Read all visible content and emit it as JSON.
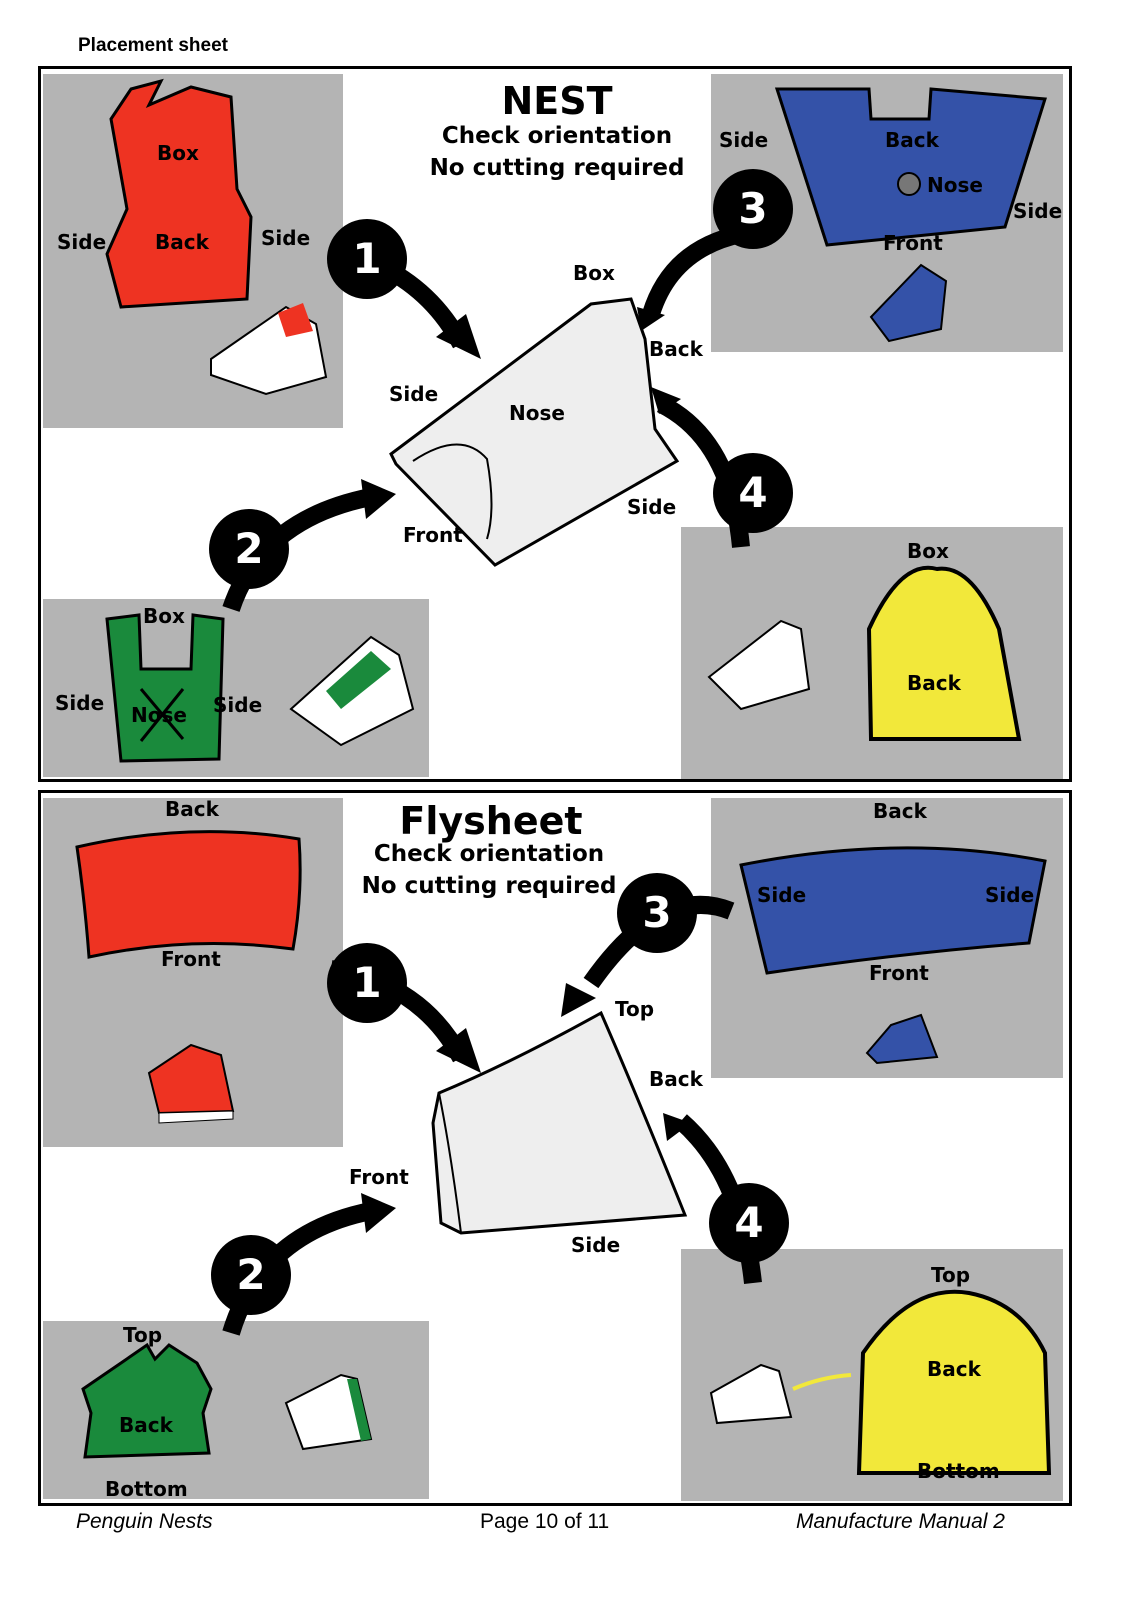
{
  "header": {
    "title": "Placement sheet"
  },
  "nest": {
    "title": "NEST",
    "subtitle1": "Check orientation",
    "subtitle2": "No cutting required",
    "red": {
      "top": "Box",
      "center": "Back",
      "left": "Side",
      "right": "Side"
    },
    "green": {
      "top": "Box",
      "center": "Nose",
      "left": "Side",
      "right": "Side"
    },
    "blue": {
      "top": "Back",
      "nose": "Nose",
      "left": "Side",
      "right": "Side",
      "bottom": "Front"
    },
    "yellow": {
      "top": "Box",
      "center": "Back"
    },
    "main": {
      "box": "Box",
      "back": "Back",
      "side_left": "Side",
      "nose": "Nose",
      "side_right": "Side",
      "front": "Front"
    },
    "steps": [
      "1",
      "2",
      "3",
      "4"
    ]
  },
  "flysheet": {
    "title": "Flysheet",
    "subtitle1": "Check orientation",
    "subtitle2": "No cutting required",
    "red": {
      "top": "Back",
      "bottom": "Front"
    },
    "green": {
      "top": "Top",
      "center": "Back",
      "bottom": "Bottom"
    },
    "blue": {
      "top": "Back",
      "left": "Side",
      "right": "Side",
      "bottom": "Front"
    },
    "yellow": {
      "top": "Top",
      "center": "Back",
      "bottom": "Bottom"
    },
    "main": {
      "top": "Top",
      "back": "Back",
      "front": "Front",
      "side": "Side"
    },
    "steps": [
      "1",
      "2",
      "3",
      "4"
    ]
  },
  "footer": {
    "left": "Penguin Nests",
    "center": "Page 10 of 11",
    "right": "Manufacture Manual 2"
  },
  "colors": {
    "red": "#ee3322",
    "green": "#1a8a3c",
    "blue": "#3452a8",
    "yellow": "#f2e83a",
    "panel_bg": "#b4b4b4"
  }
}
